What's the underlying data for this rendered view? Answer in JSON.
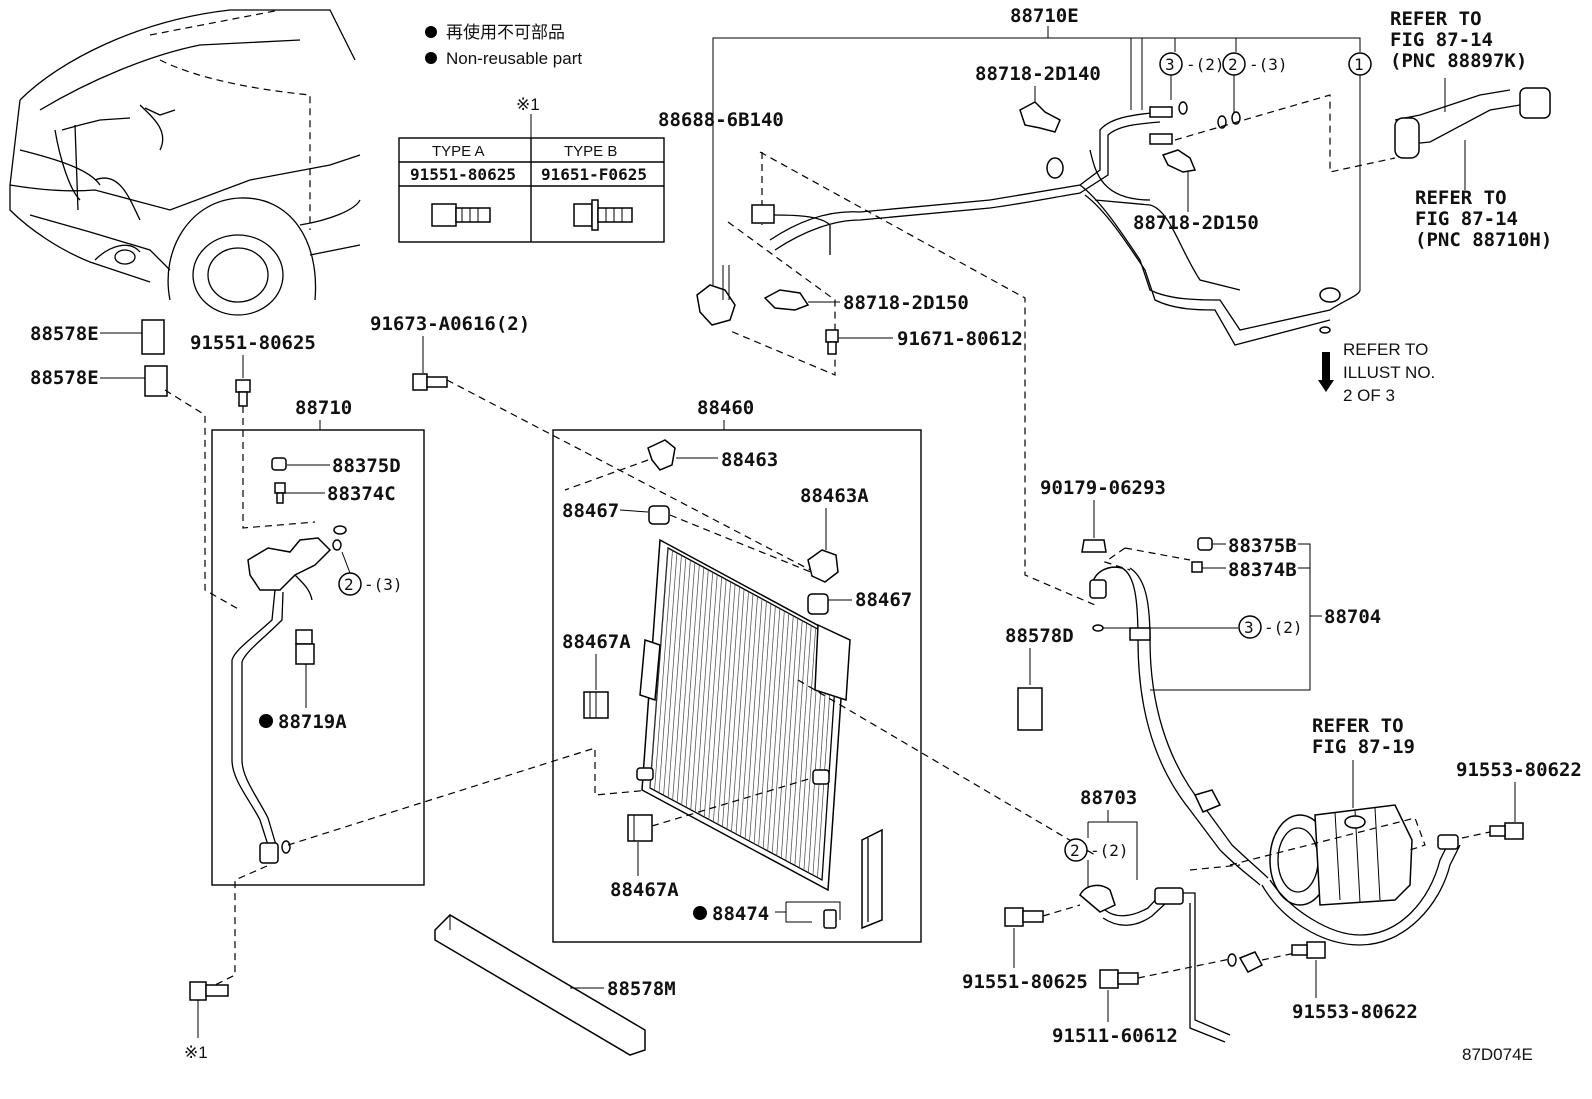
{
  "legend": {
    "marker": "●",
    "jp": "再使用不可部品",
    "en": "Non-reusable part"
  },
  "note_mark": "※1",
  "type_table": {
    "headers": [
      "TYPE A",
      "TYPE B"
    ],
    "codes": [
      "91551-80625",
      "91651-F0625"
    ]
  },
  "labels": {
    "p88710E": "88710E",
    "p88718_2D140": "88718-2D140",
    "p88688_6B140": "88688-6B140",
    "p88718_2D150a": "88718-2D150",
    "p88718_2D150b": "88718-2D150",
    "p91671_80612": "91671-80612",
    "p88578E_1": "88578E",
    "p88578E_2": "88578E",
    "p91551_80625a": "91551-80625",
    "p91673_A0616": "91673-A0616(2)",
    "p88710": "88710",
    "p88460": "88460",
    "p88375D": "88375D",
    "p88374C": "88374C",
    "p88719A": "88719A",
    "p88463": "88463",
    "p88467a": "88467",
    "p88463A": "88463A",
    "p88467b": "88467",
    "p88467A_1": "88467A",
    "p88467A_2": "88467A",
    "p88474": "88474",
    "p88578M": "88578M",
    "p90179_06293": "90179-06293",
    "p88375B": "88375B",
    "p88374B": "88374B",
    "p88704": "88704",
    "p88578D": "88578D",
    "p88703": "88703",
    "p91553_80622a": "91553-80622",
    "p91553_80622b": "91553-80622",
    "p91551_80625b": "91551-80625",
    "p91511_60612": "91511-60612",
    "diagram_code": "87D074E"
  },
  "callouts": {
    "c3_top": "3",
    "c3_top_qty": "-(2)",
    "c2_top": "2",
    "c2_top_qty": "-(3)",
    "c1_top": "1",
    "c2_left": "2",
    "c2_left_qty": "-(3)",
    "c3_right": "3",
    "c3_right_qty": "-(2)",
    "c2_bottom": "2",
    "c2_bottom_qty": "-(2)"
  },
  "refs": {
    "ref1": [
      "REFER TO",
      "FIG 87-14",
      "(PNC 88897K)"
    ],
    "ref2": [
      "REFER TO",
      "FIG 87-14",
      "(PNC 88710H)"
    ],
    "ref3": [
      "REFER TO",
      "ILLUST NO.",
      "2 OF 3"
    ],
    "ref4": [
      "REFER TO",
      "FIG 87-19"
    ]
  }
}
